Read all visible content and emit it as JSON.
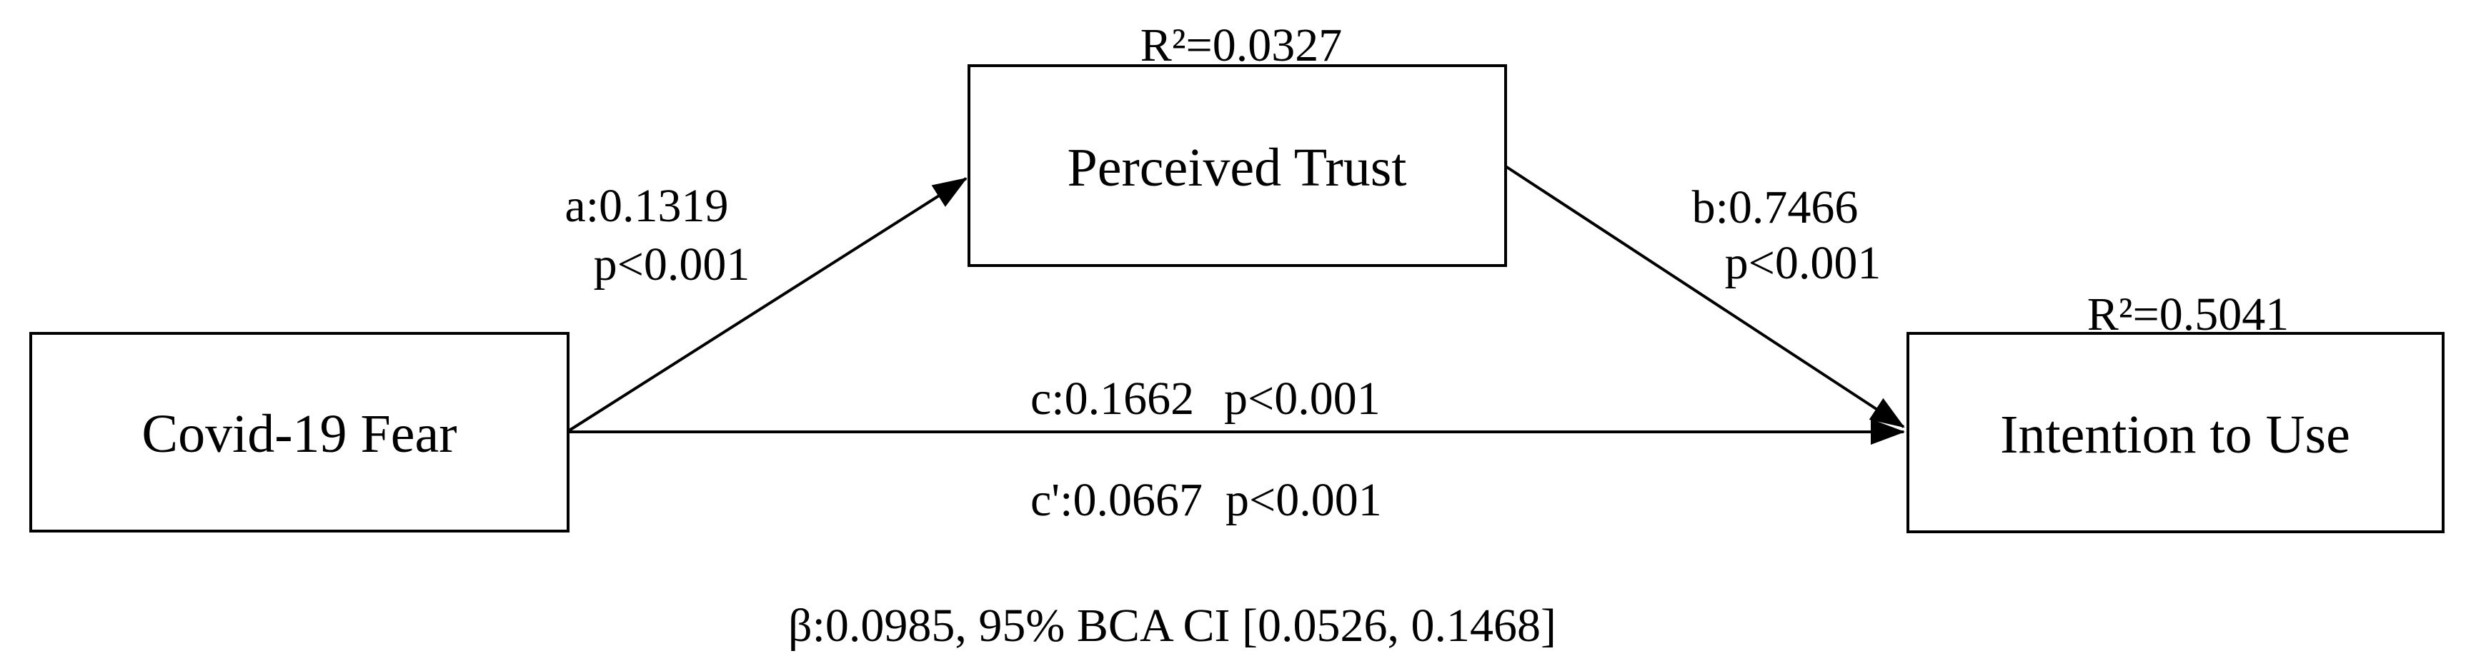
{
  "diagram": {
    "colors": {
      "background": "#ffffff",
      "stroke": "#000000",
      "text": "#000000"
    },
    "nodes": [
      {
        "id": "covid_fear",
        "label": "Covid-19 Fear"
      },
      {
        "id": "perceived_trust",
        "label": "Perceived Trust",
        "r_squared": "R²=0.0327"
      },
      {
        "id": "intention_to_use",
        "label": "Intention to Use",
        "r_squared": "R²=0.5041"
      }
    ],
    "paths": [
      {
        "id": "a",
        "from": "covid_fear",
        "to": "perceived_trust",
        "coefficient": "a:0.1319",
        "p_value": "p<0.001"
      },
      {
        "id": "b",
        "from": "perceived_trust",
        "to": "intention_to_use",
        "coefficient": "b:0.7466",
        "p_value": "p<0.001"
      },
      {
        "id": "c",
        "from": "covid_fear",
        "to": "intention_to_use",
        "coefficient": "c:0.1662",
        "p_value": "p<0.001"
      },
      {
        "id": "c_prime",
        "from": "covid_fear",
        "to": "intention_to_use",
        "coefficient": "c':0.0667",
        "p_value": "p<0.001"
      }
    ],
    "indirect_effect": "β:0.0985, 95% BCA CI [0.0526, 0.1468]"
  }
}
